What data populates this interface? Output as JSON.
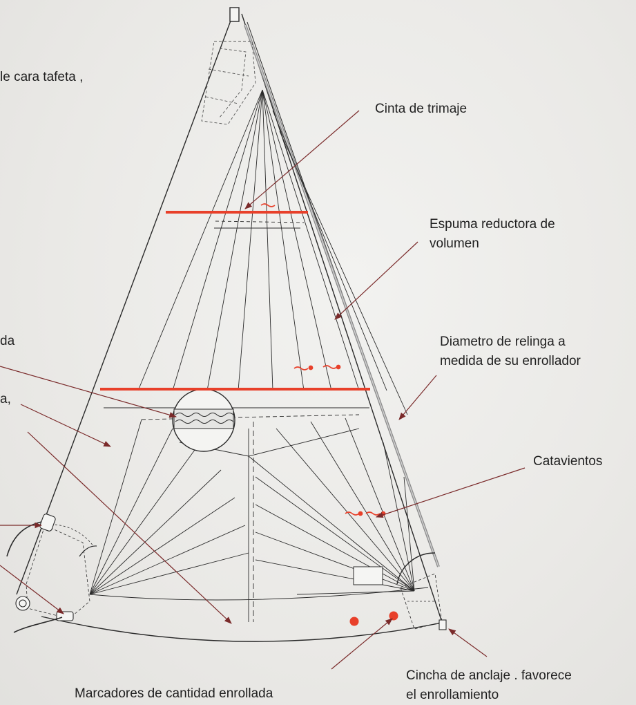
{
  "labels": {
    "cara_tafeta": "le cara tafeta ,",
    "cinta_trimaje": "Cinta de trimaje",
    "espuma_line1": "Espuma reductora de",
    "espuma_line2": "volumen",
    "da_fragment": "da",
    "a_fragment": "a,",
    "diametro_line1": "Diametro de relinga a",
    "diametro_line2": "medida de su enrollador",
    "catavientos": "Catavientos",
    "cincha_line1": "Cincha de anclaje . favorece",
    "cincha_line2": "el enrollamiento",
    "marcadores": "Marcadores de cantidad enrollada"
  },
  "colors": {
    "outline": "#2a2a2a",
    "accent_red": "#e8402a",
    "arrow": "#7a2a2a",
    "luff_tape": "#8a8a8a"
  }
}
